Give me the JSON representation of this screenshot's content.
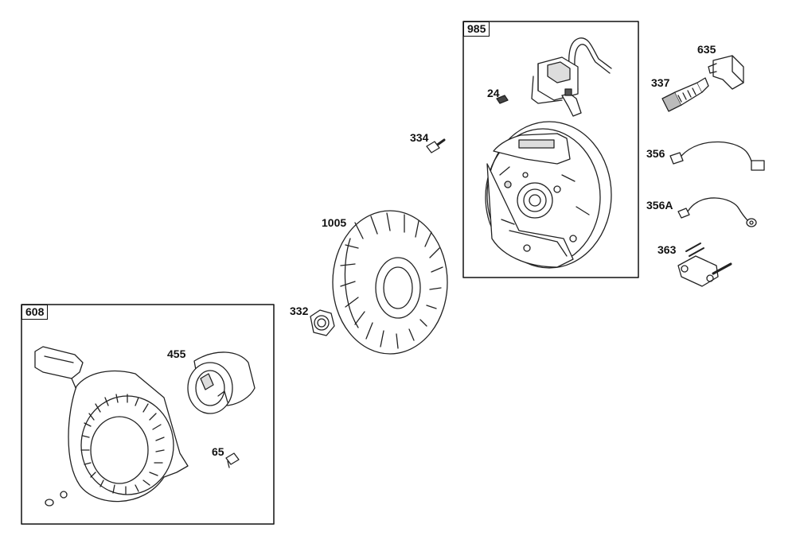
{
  "diagram": {
    "group_boxes": [
      {
        "id": "985",
        "label": "985"
      },
      {
        "id": "608",
        "label": "608"
      }
    ],
    "part_labels": [
      {
        "id": "635",
        "label": "635",
        "part": "spark-plug-boot"
      },
      {
        "id": "337",
        "label": "337",
        "part": "spark-plug"
      },
      {
        "id": "24",
        "label": "24",
        "part": "flywheel-key"
      },
      {
        "id": "334",
        "label": "334",
        "part": "ignition-screw"
      },
      {
        "id": "356",
        "label": "356",
        "part": "ground-wire"
      },
      {
        "id": "356A",
        "label": "356A",
        "part": "ground-wire-ring"
      },
      {
        "id": "363",
        "label": "363",
        "part": "bracket-with-screws"
      },
      {
        "id": "1005",
        "label": "1005",
        "part": "fan"
      },
      {
        "id": "332",
        "label": "332",
        "part": "flywheel-nut"
      },
      {
        "id": "455",
        "label": "455",
        "part": "starter-cup"
      },
      {
        "id": "65",
        "label": "65",
        "part": "starter-screw"
      }
    ]
  }
}
